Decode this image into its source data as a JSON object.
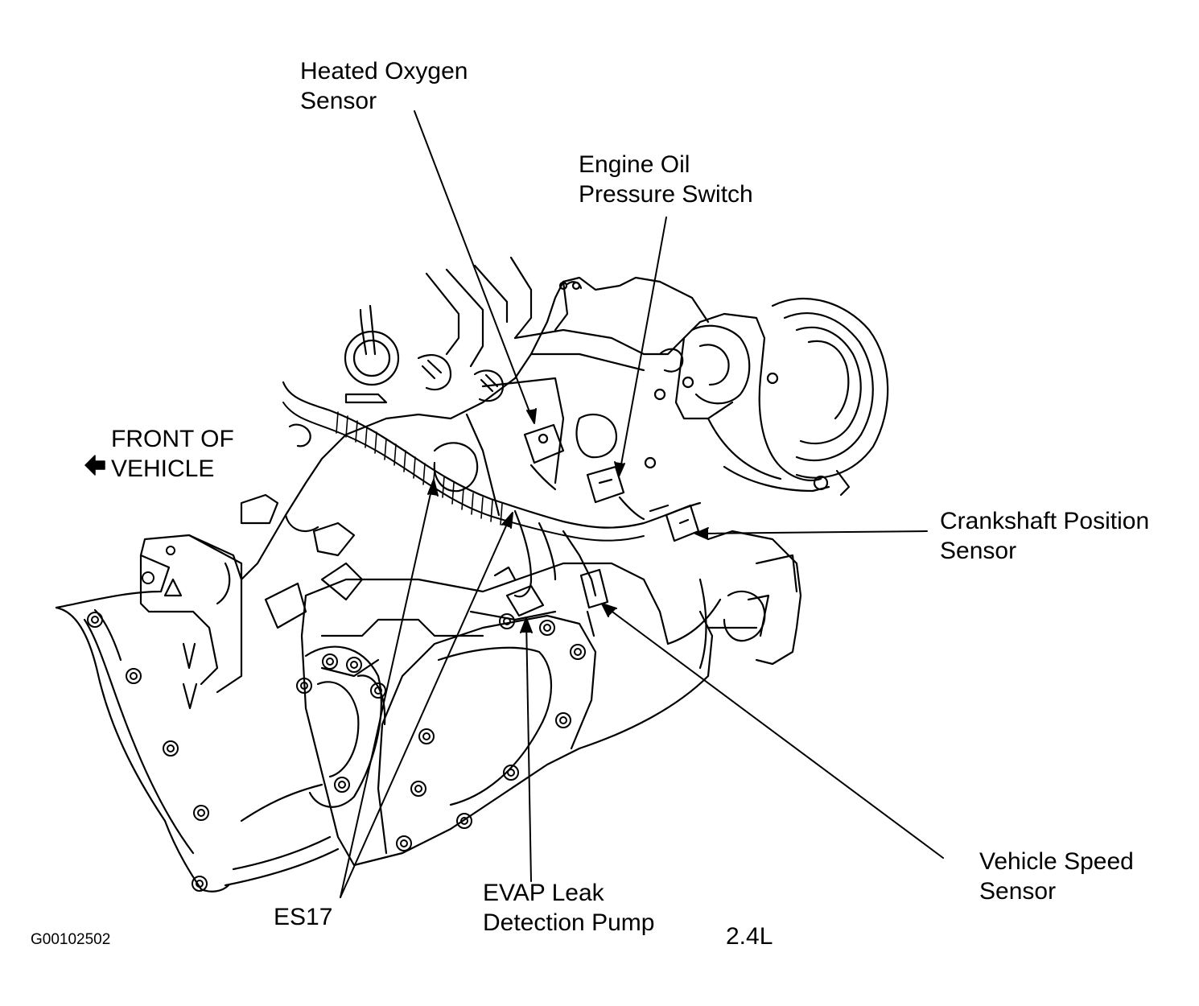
{
  "figure_id": "G00102502",
  "engine": "2.4L",
  "orientation": {
    "line1": "FRONT OF",
    "line2": "VEHICLE",
    "arrow_icon": "left-arrow-icon"
  },
  "callouts": {
    "heated_oxygen_sensor": {
      "line1": "Heated Oxygen",
      "line2": "Sensor"
    },
    "engine_oil_pressure_switch": {
      "line1": "Engine Oil",
      "line2": "Pressure Switch"
    },
    "crankshaft_position_sensor": {
      "line1": "Crankshaft Position",
      "line2": "Sensor"
    },
    "vehicle_speed_sensor": {
      "line1": "Vehicle Speed",
      "line2": "Sensor"
    },
    "evap_leak_detection_pump": {
      "line1": "EVAP Leak",
      "line2": "Detection Pump"
    },
    "es17": {
      "line1": "ES17"
    }
  },
  "colors": {
    "ink": "#000000",
    "paper": "#ffffff"
  }
}
